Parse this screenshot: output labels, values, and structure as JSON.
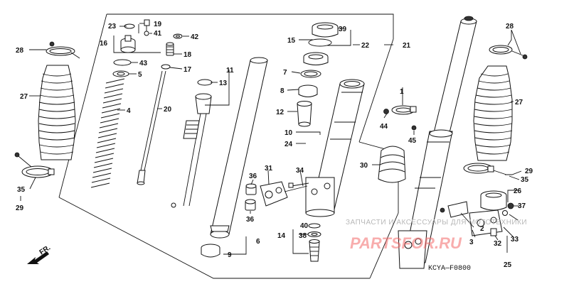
{
  "callouts": {
    "c1": "1",
    "c2": "2",
    "c3": "3",
    "c4": "4",
    "c5": "5",
    "c6": "6",
    "c7": "7",
    "c8": "8",
    "c9": "9",
    "c10": "10",
    "c11": "11",
    "c12": "12",
    "c13": "13",
    "c14": "14",
    "c15": "15",
    "c16": "16",
    "c17": "17",
    "c18": "18",
    "c19": "19",
    "c20": "20",
    "c21": "21",
    "c22": "22",
    "c23": "23",
    "c24": "24",
    "c25": "25",
    "c26": "26",
    "c27a": "27",
    "c27b": "27",
    "c28a": "28",
    "c28b": "28",
    "c29a": "29",
    "c29b": "29",
    "c30": "30",
    "c31": "31",
    "c32": "32",
    "c33": "33",
    "c34": "34",
    "c35a": "35",
    "c35b": "35",
    "c36a": "36",
    "c36b": "36",
    "c37": "37",
    "c38": "38",
    "c39": "39",
    "c40": "40",
    "c41": "41",
    "c42": "42",
    "c43": "43",
    "c44": "44",
    "c45": "45"
  },
  "front_marker": "FR.",
  "diagram_code": "KCYA—F0800",
  "watermark": {
    "line1": "ЗАПЧАСТИ И АКСЕССУАРЫ ДЛЯ МОТОТЕХНИКИ",
    "line2": "PARTSFOR.RU"
  }
}
